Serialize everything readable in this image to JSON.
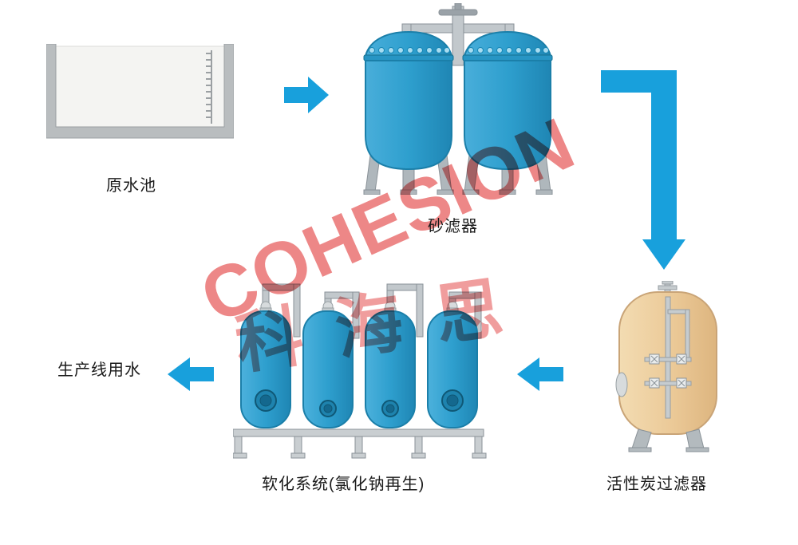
{
  "labels": {
    "raw_water_pool": "原水池",
    "sand_filter": "砂滤器",
    "carbon_filter": "活性炭过滤器",
    "softening_system": "软化系统(氯化钠再生)",
    "production_water": "生产线用水"
  },
  "flow_order": [
    "原水池",
    "砂滤器",
    "活性炭过滤器",
    "软化系统(氯化钠再生)",
    "生产线用水"
  ],
  "watermark": {
    "en": "COHESION",
    "cn": "科海思",
    "color": "#E23C3C"
  },
  "colors": {
    "tank_blue": "#2E9FCE",
    "tank_blue_dark": "#1B7FA9",
    "arrow_blue": "#18A0DC",
    "carbon_tan": "#ECCB9D",
    "metal_gray": "#C2C8CC",
    "pool_gray": "#B9BDBF"
  }
}
